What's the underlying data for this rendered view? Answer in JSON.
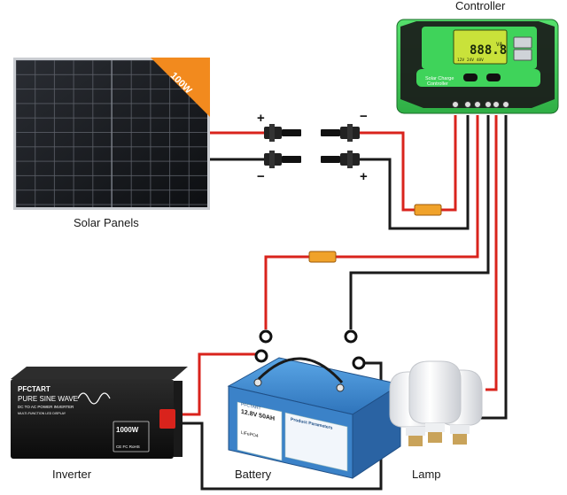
{
  "labels": {
    "controller": "Controller",
    "solar_panels": "Solar Panels",
    "inverter": "Inverter",
    "battery": "Battery",
    "lamp": "Lamp"
  },
  "panel": {
    "badge": "100W"
  },
  "connectors": {
    "plus_left": "+",
    "minus_left": "−",
    "minus_right": "−",
    "plus_right": "+"
  },
  "controller": {
    "screen_value": "888.8",
    "screen_units": "VA",
    "brand_line1": "Solar Charge",
    "brand_line2": "Controller",
    "screen_voltages": "12V 24V 48V"
  },
  "inverter": {
    "brand": "PFCTART",
    "product": "PURE SINE WAVE",
    "subtitle": "DC TO AC POWER INVERTER",
    "sub2": "MULTI-FUNCTION LED DISPLAY",
    "power": "1000W",
    "certs": "CE FC RoHS"
  },
  "battery": {
    "brand": "PFCTART",
    "rating": "12.8V 50AH",
    "chemistry": "LiFePO4",
    "params_title": "Product Parameters"
  },
  "colors": {
    "wire_red": "#d9231c",
    "wire_black": "#1a1a1a",
    "controller_green": "#3fd35a",
    "battery_blue": "#3b82c8",
    "fuse": "#f0a22a",
    "badge": "#f28a1e"
  }
}
